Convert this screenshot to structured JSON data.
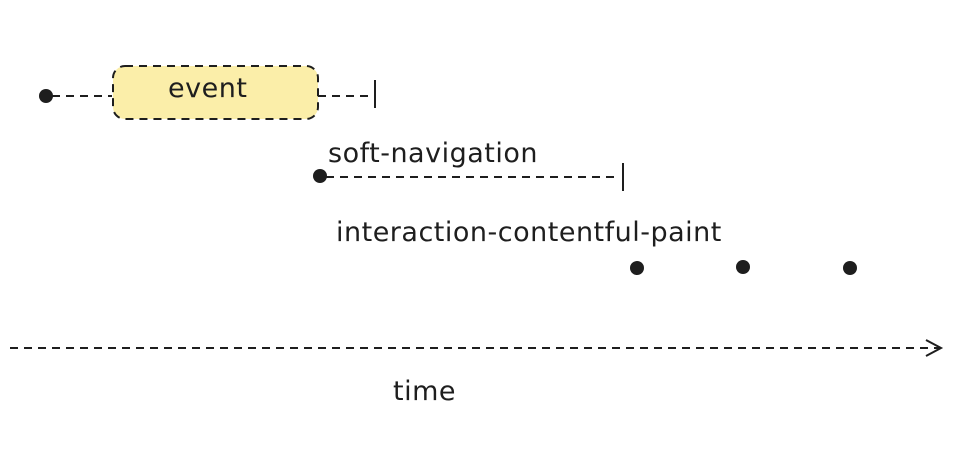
{
  "nodes": {
    "event": "event",
    "soft_navigation": "soft-navigation",
    "interaction_contentful_paint": "interaction-contentful-paint"
  },
  "axis": {
    "label": "time"
  },
  "colors": {
    "stroke": "#1e1e1e",
    "event_fill": "#fbeea9"
  }
}
